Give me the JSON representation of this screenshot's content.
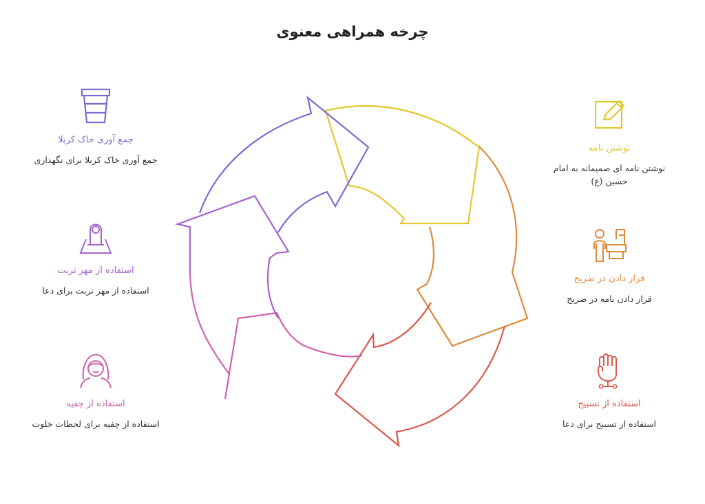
{
  "title": "چرخه همراهی معنوی",
  "colors": {
    "yellow": "#E2C72A",
    "orange": "#DD8A3A",
    "red": "#D9584E",
    "pink": "#CE62B0",
    "purple": "#A564CF",
    "indigo": "#7A6BD3"
  },
  "items": [
    {
      "heading": "نوشتن نامه",
      "description": "نوشتن نامه ای صمیمانه به امام حسین (ع)",
      "icon": "pencil-note-icon",
      "color": "#E2C72A"
    },
    {
      "heading": "قرار دادن در ضریح",
      "description": "قرار دادن نامه در ضریح",
      "icon": "person-at-shrine-icon",
      "color": "#DD8A3A"
    },
    {
      "heading": "استفاده از تسبیح",
      "description": "استفاده از تسبیح برای دعا",
      "icon": "hand-rosary-icon",
      "color": "#D9584E"
    },
    {
      "heading": "جمع آوری خاک کربلا",
      "description": "جمع آوری خاک کربلا برای نگهداری",
      "icon": "soil-container-icon",
      "color": "#7A6BD3"
    },
    {
      "heading": "استفاده از مهر تربت",
      "description": "استفاده از مهر تربت برای دعا",
      "icon": "prayer-woman-icon",
      "color": "#A564CF"
    },
    {
      "heading": "استفاده از چفیه",
      "description": "استفاده از چفیه برای لحظات خلوت",
      "icon": "keffiyeh-person-icon",
      "color": "#CE62B0"
    }
  ]
}
